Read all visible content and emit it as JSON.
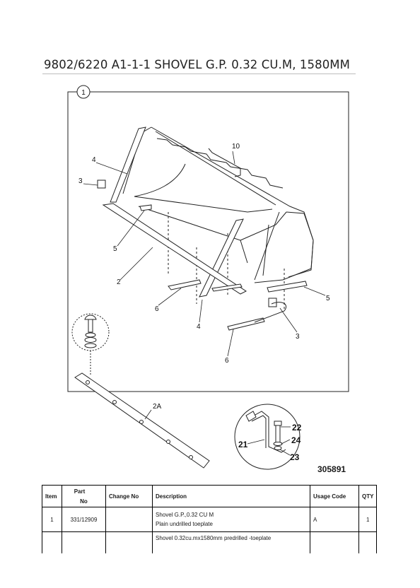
{
  "header": {
    "title": "9802/6220 A1-1-1 SHOVEL G.P. 0.32 CU.M, 1580MM"
  },
  "diagram": {
    "view_number": "1",
    "callouts": [
      "10",
      "4",
      "3",
      "5",
      "2",
      "6",
      "4",
      "6",
      "3",
      "5",
      "2A",
      "22",
      "24",
      "21",
      "23"
    ],
    "reference_number": "305891"
  },
  "table": {
    "headers": {
      "item": "Item",
      "part_no_line1": "Part",
      "part_no_line2": "No",
      "change_no": "Change No",
      "description": "Description",
      "usage_code": "Usage Code",
      "qty": "QTY"
    },
    "rows": [
      {
        "item": "1",
        "part_no": "331/12909",
        "change_no": "",
        "description_line1": "Shovel G.P.,0.32 CU M",
        "description_line2": "Plain undrilled toeplate",
        "usage_code": "A",
        "qty": "1"
      },
      {
        "item": "",
        "part_no": "",
        "change_no": "",
        "description_line1": "Shovel 0.32cu.mx1580mm predrilled -toeplate",
        "description_line2": "",
        "usage_code": "",
        "qty": ""
      }
    ]
  }
}
